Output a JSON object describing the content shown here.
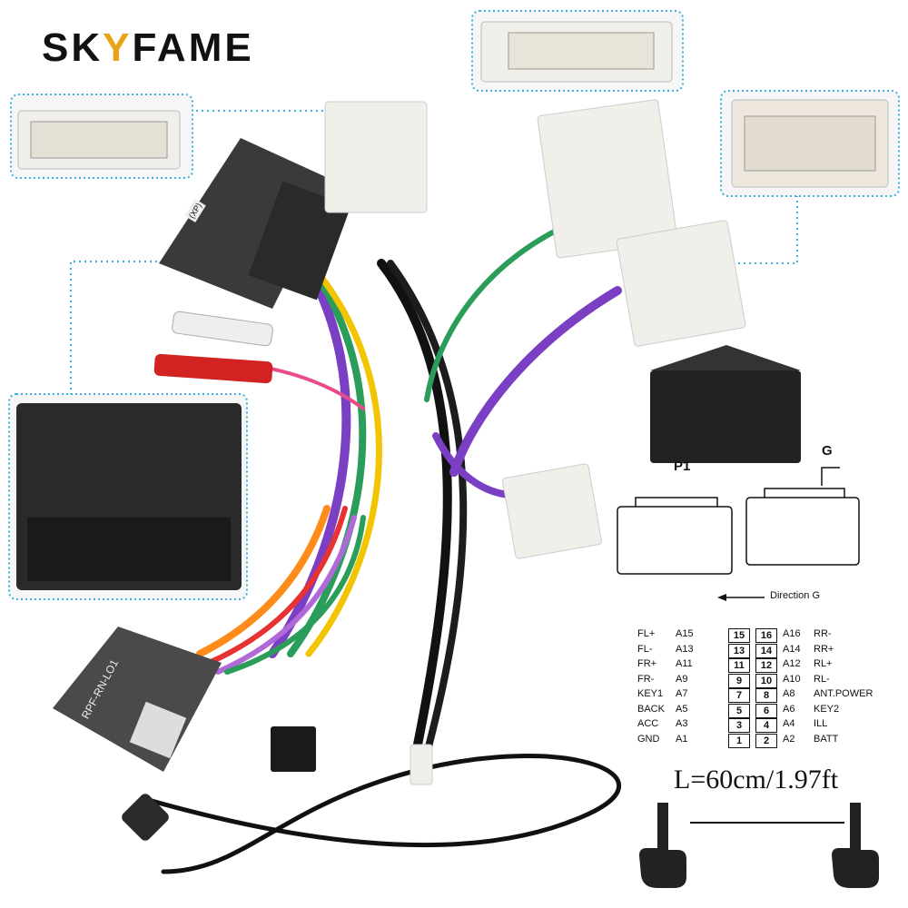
{
  "brand": {
    "prefix": "SK",
    "accent": "Y",
    "suffix": "FAME",
    "accent_color": "#e8a317"
  },
  "box_labels": {
    "decoder_module": "RPF-RN-LO1",
    "canbus_box": "(XP)"
  },
  "connector_diagram": {
    "p1_label": "P1",
    "g_label": "G",
    "direction_label": "Direction G"
  },
  "pinout": {
    "left": [
      {
        "name": "FL+",
        "code": "A15",
        "pin": "15"
      },
      {
        "name": "FL-",
        "code": "A13",
        "pin": "13"
      },
      {
        "name": "FR+",
        "code": "A11",
        "pin": "11"
      },
      {
        "name": "FR-",
        "code": "A9",
        "pin": "9"
      },
      {
        "name": "KEY1",
        "code": "A7",
        "pin": "7"
      },
      {
        "name": "BACK",
        "code": "A5",
        "pin": "5"
      },
      {
        "name": "ACC",
        "code": "A3",
        "pin": "3"
      },
      {
        "name": "GND",
        "code": "A1",
        "pin": "1"
      }
    ],
    "right": [
      {
        "pin": "16",
        "code": "A16",
        "name": "RR-"
      },
      {
        "pin": "14",
        "code": "A14",
        "name": "RR+"
      },
      {
        "pin": "12",
        "code": "A12",
        "name": "RL+"
      },
      {
        "pin": "10",
        "code": "A10",
        "name": "RL-"
      },
      {
        "pin": "8",
        "code": "A8",
        "name": "ANT.POWER"
      },
      {
        "pin": "6",
        "code": "A6",
        "name": "KEY2"
      },
      {
        "pin": "4",
        "code": "A4",
        "name": "ILL"
      },
      {
        "pin": "2",
        "code": "A2",
        "name": "BATT"
      }
    ]
  },
  "length_label": "L=60cm/1.97ft",
  "colors": {
    "callout_border": "#3ab0e0",
    "connector_white": "#f1efea",
    "connector_black": "#222222"
  },
  "icons": [
    "finger-pointing-down-icon",
    "finger-pointing-down-icon"
  ]
}
